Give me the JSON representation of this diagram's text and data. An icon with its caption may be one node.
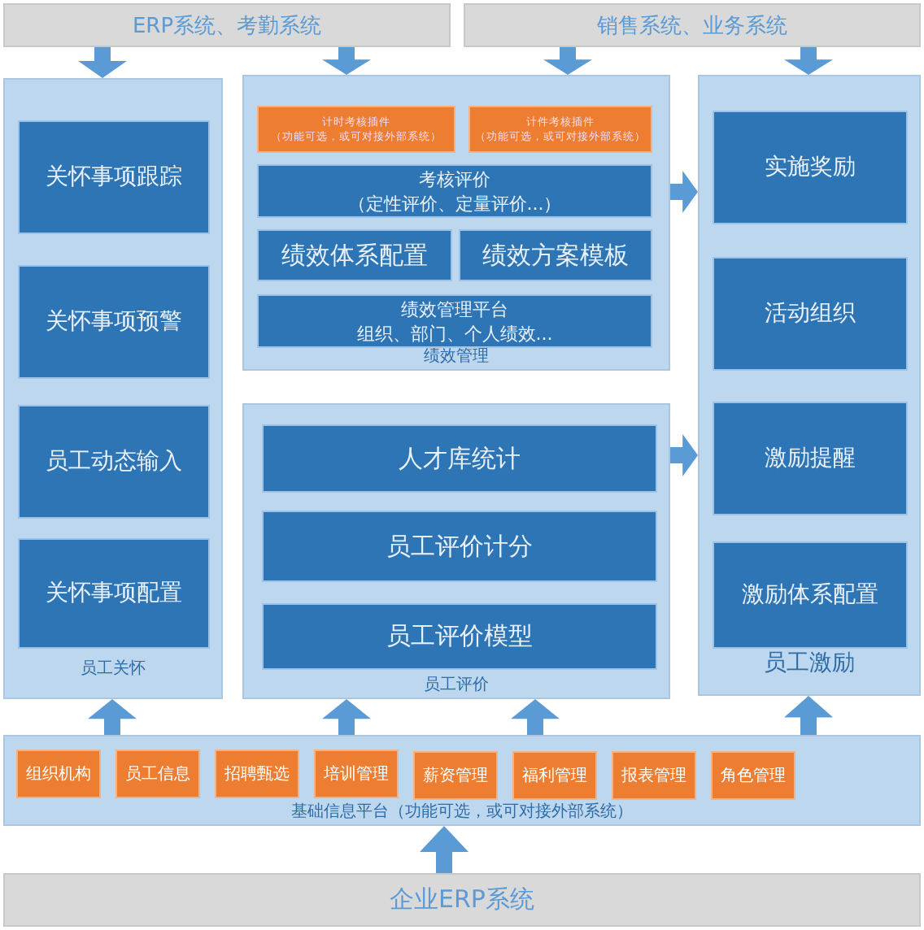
{
  "diagram": {
    "nodes": [
      {
        "text": [
          "ERP系统、考勤系统"
        ]
      },
      {
        "text": [
          "销售系统、业务系统"
        ]
      },
      {
        "text": [
          "员工关怀"
        ]
      },
      {
        "text": [
          "关怀事项跟踪"
        ],
        "in": 2
      },
      {
        "text": [
          "关怀事项预警"
        ],
        "in": 2
      },
      {
        "text": [
          "员工动态输入"
        ],
        "in": 2
      },
      {
        "text": [
          "关怀事项配置"
        ],
        "in": 2
      },
      {
        "text": [
          "绩效管理"
        ]
      },
      {
        "text": [
          "计时考核插件",
          "（功能可选，或可对接外部系统）"
        ],
        "in": 7
      },
      {
        "text": [
          "计件考核插件",
          "（功能可选，或可对接外部系统）"
        ],
        "in": 7
      },
      {
        "text": [
          "考核评价",
          "（定性评价、定量评价...）"
        ],
        "in": 7
      },
      {
        "text": [
          "绩效体系配置"
        ],
        "in": 7
      },
      {
        "text": [
          "绩效方案模板"
        ],
        "in": 7
      },
      {
        "text": [
          "绩效管理平台",
          "组织、部门、个人绩效..."
        ],
        "in": 7
      },
      {
        "text": [
          "员工评价"
        ]
      },
      {
        "text": [
          "人才库统计"
        ],
        "in": 14
      },
      {
        "text": [
          "员工评价计分"
        ],
        "in": 14
      },
      {
        "text": [
          "员工评价模型"
        ],
        "in": 14
      },
      {
        "text": [
          "员工激励"
        ]
      },
      {
        "text": [
          "实施奖励"
        ],
        "in": 18
      },
      {
        "text": [
          "活动组织"
        ],
        "in": 18
      },
      {
        "text": [
          "激励提醒"
        ],
        "in": 18
      },
      {
        "text": [
          "激励体系配置"
        ],
        "in": 18
      },
      {
        "text": [
          "基础信息平台（功能可选，或可对接外部系统）"
        ]
      },
      {
        "text": [
          "组织机构"
        ],
        "in": 23
      },
      {
        "text": [
          "员工信息"
        ],
        "in": 23
      },
      {
        "text": [
          "招聘甄选"
        ],
        "in": 23
      },
      {
        "text": [
          "培训管理"
        ],
        "in": 23
      },
      {
        "text": [
          "薪资管理"
        ],
        "in": 23
      },
      {
        "text": [
          "福利管理"
        ],
        "in": 23
      },
      {
        "text": [
          "报表管理"
        ],
        "in": 23
      },
      {
        "text": [
          "角色管理"
        ],
        "in": 23
      },
      {
        "text": [
          "企业ERP系统"
        ]
      }
    ],
    "edges": [
      {
        "from": 0,
        "to": 2,
        "arrow": "to"
      },
      {
        "from": 0,
        "to": 7,
        "arrow": "to"
      },
      {
        "from": 1,
        "to": 7,
        "arrow": "to"
      },
      {
        "from": 1,
        "to": 18,
        "arrow": "to"
      },
      {
        "from": 7,
        "to": 18,
        "arrow": "to"
      },
      {
        "from": 14,
        "to": 18,
        "arrow": "to"
      },
      {
        "from": 23,
        "to": 2,
        "arrow": "to"
      },
      {
        "from": 23,
        "to": 14,
        "arrow": "to"
      },
      {
        "from": 23,
        "to": 14,
        "arrow": "to"
      },
      {
        "from": 23,
        "to": 18,
        "arrow": "to"
      },
      {
        "from": 32,
        "to": 23,
        "arrow": "to"
      }
    ]
  }
}
